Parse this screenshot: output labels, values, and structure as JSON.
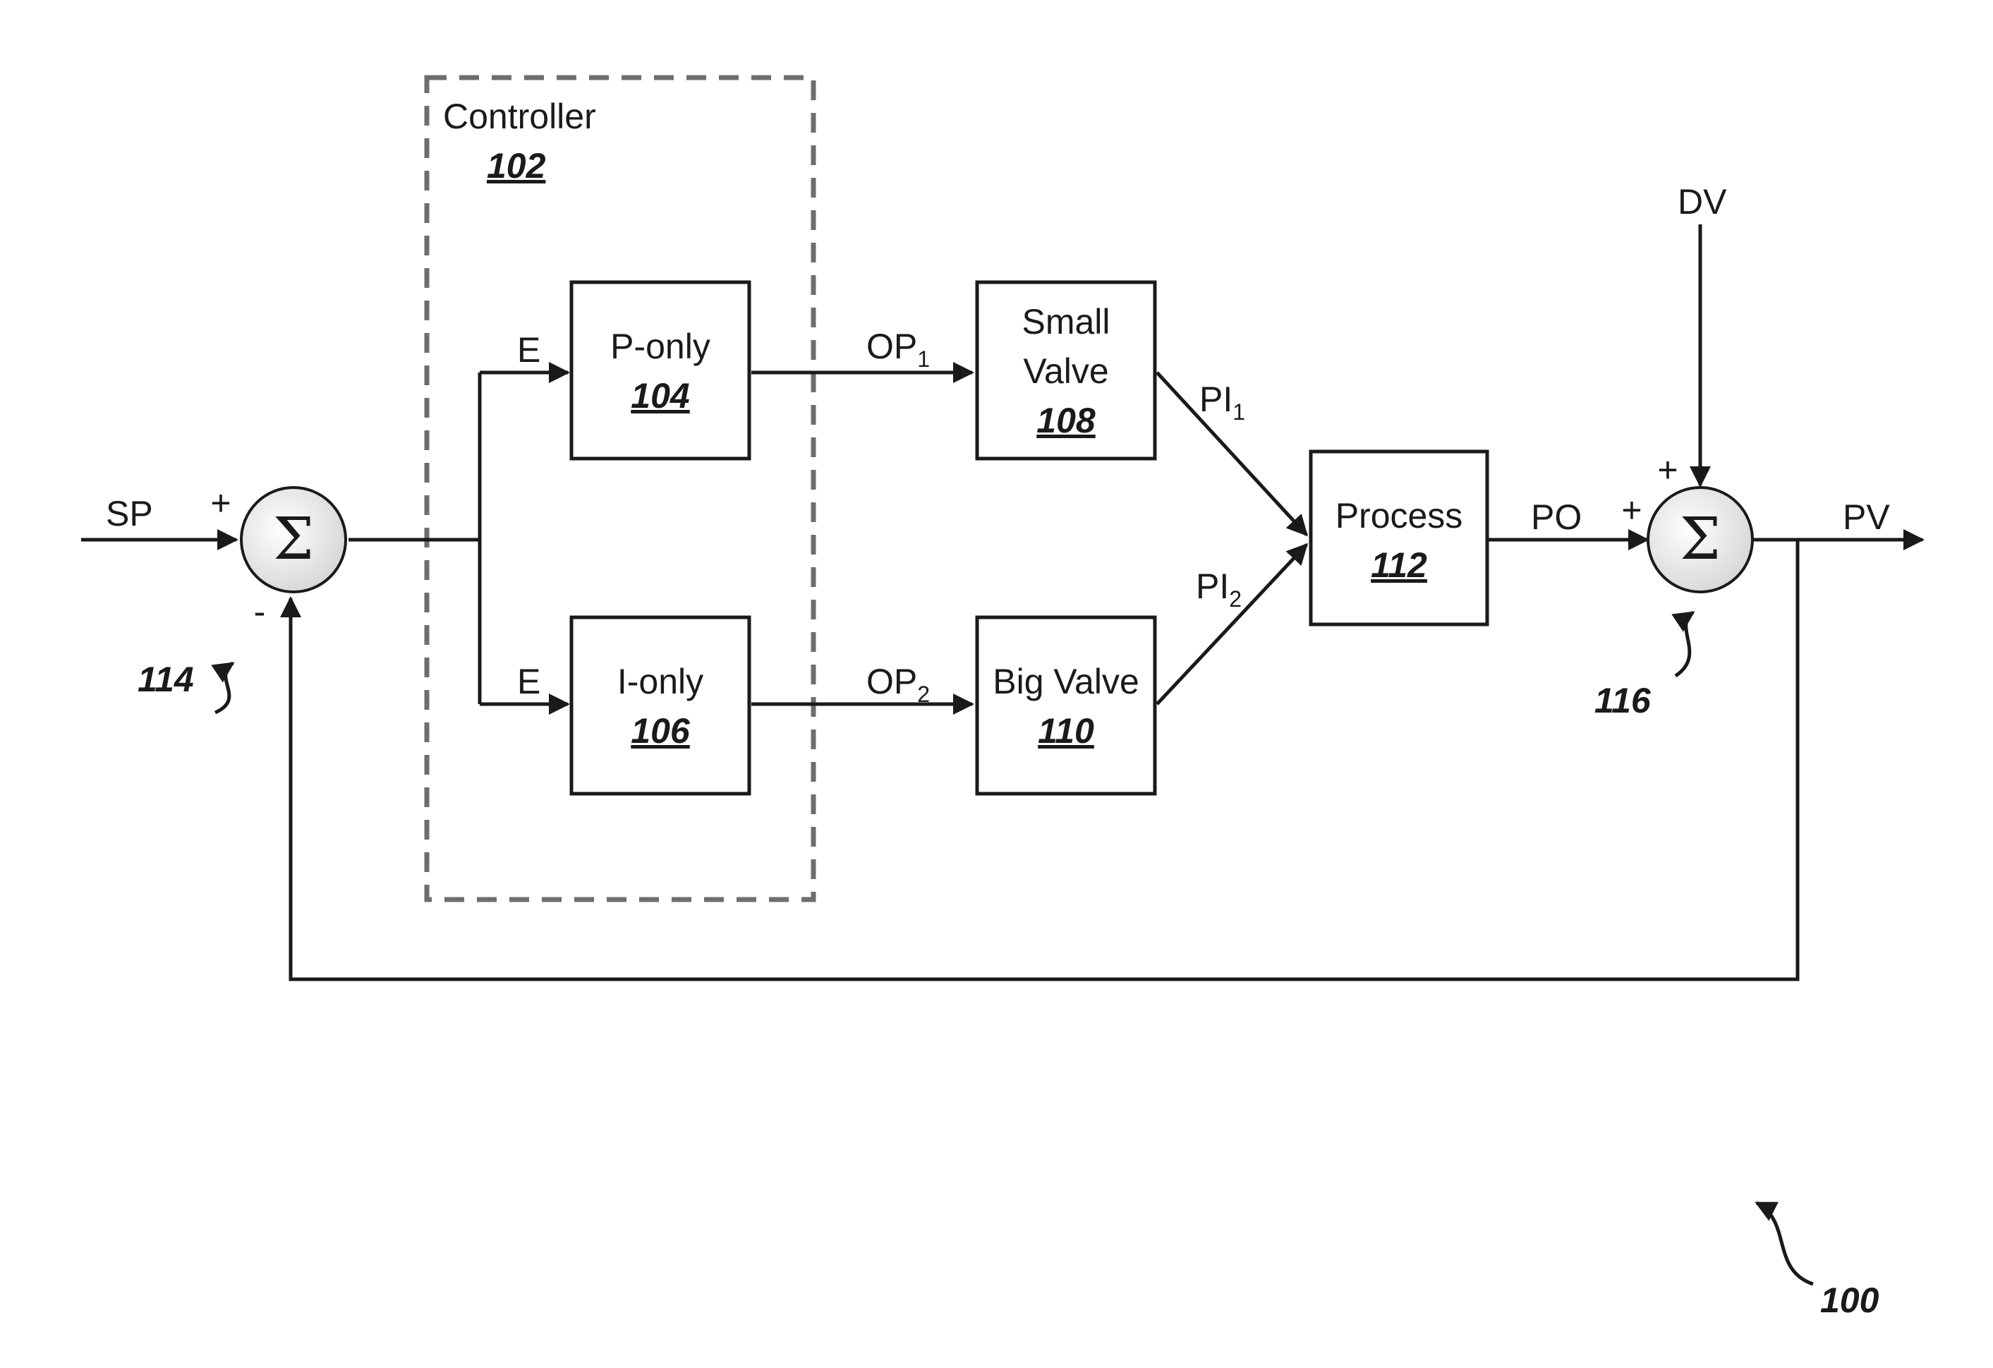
{
  "controller": {
    "label": "Controller",
    "ref": "102"
  },
  "blocks": {
    "p_only": {
      "label": "P-only",
      "ref": "104"
    },
    "i_only": {
      "label": "I-only",
      "ref": "106"
    },
    "small_valve": {
      "label_line1": "Small",
      "label_line2": "Valve",
      "ref": "108"
    },
    "big_valve": {
      "label": "Big Valve",
      "ref": "110"
    },
    "process": {
      "label": "Process",
      "ref": "112"
    }
  },
  "summers": {
    "first": {
      "symbol": "Σ",
      "plus": "+",
      "minus": "-",
      "ref": "114"
    },
    "second": {
      "symbol": "Σ",
      "plus_top": "+",
      "plus_left": "+",
      "ref": "116"
    }
  },
  "signals": {
    "sp": "SP",
    "e_top": "E",
    "e_bottom": "E",
    "op1": {
      "base": "OP",
      "sub": "1"
    },
    "op2": {
      "base": "OP",
      "sub": "2"
    },
    "pi1": {
      "base": "PI",
      "sub": "1"
    },
    "pi2": {
      "base": "PI",
      "sub": "2"
    },
    "po": "PO",
    "dv": "DV",
    "pv": "PV"
  },
  "figure_ref": "100"
}
